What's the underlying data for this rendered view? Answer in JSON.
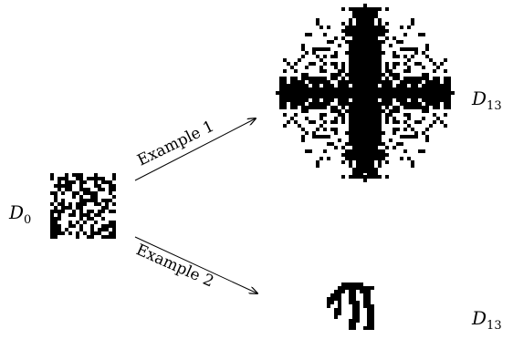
{
  "labels": {
    "start": {
      "base": "D",
      "sub": "0"
    },
    "result_top": {
      "base": "D",
      "sub": "13"
    },
    "result_bottom": {
      "base": "D",
      "sub": "13"
    }
  },
  "edges": {
    "top": "Example 1",
    "bottom": "Example 2"
  }
}
